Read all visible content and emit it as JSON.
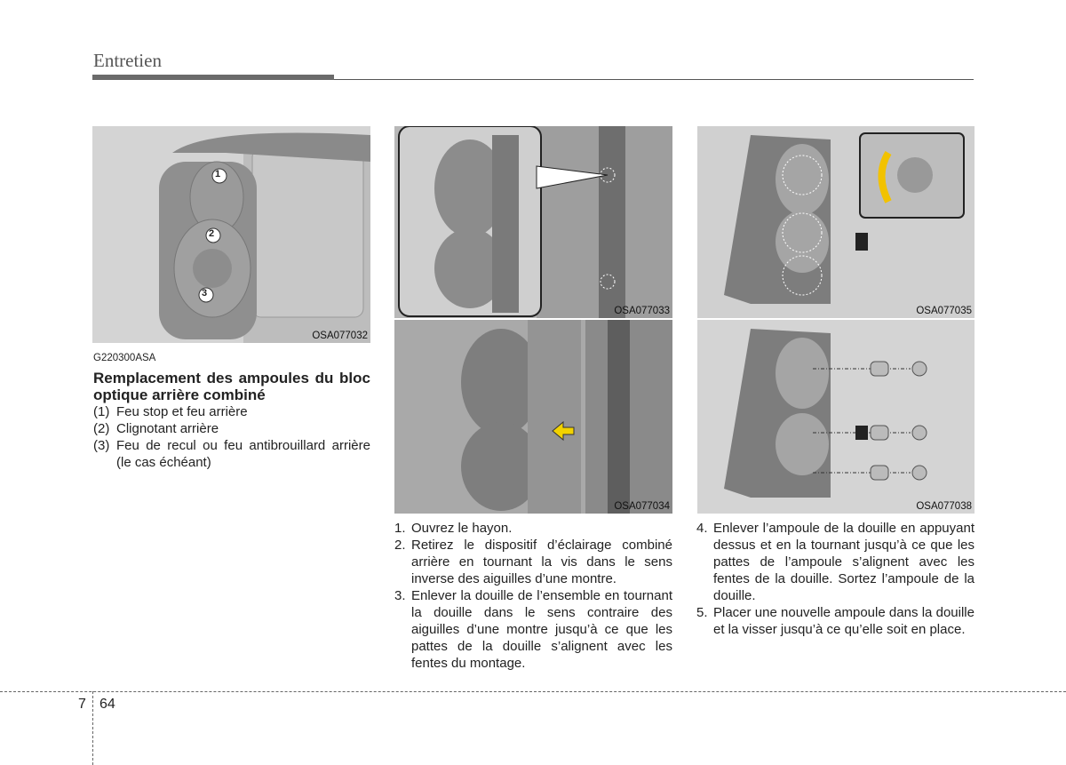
{
  "header": {
    "title": "Entretien"
  },
  "figures": [
    {
      "code": "OSA077032",
      "callouts": [
        "1",
        "2",
        "3"
      ]
    },
    {
      "code": "OSA077033"
    },
    {
      "code": "OSA077034"
    },
    {
      "code": "OSA077035"
    },
    {
      "code": "OSA077038"
    }
  ],
  "section": {
    "ref": "G220300ASA",
    "title": "Remplacement des ampoules du bloc optique arrière combiné",
    "legend": [
      {
        "n": "(1)",
        "text": "Feu stop et feu arrière"
      },
      {
        "n": "(2)",
        "text": "Clignotant arrière"
      },
      {
        "n": "(3)",
        "text": "Feu de recul ou feu antibrouillard arrière (le cas échéant)"
      }
    ]
  },
  "steps": [
    {
      "n": "1.",
      "text": "Ouvrez le hayon."
    },
    {
      "n": "2.",
      "text": "Retirez le dispositif d’éclairage combiné arrière en tournant la vis dans le sens inverse des aiguilles d’une montre."
    },
    {
      "n": "3.",
      "text": "Enlever la douille de l’ensemble en tournant la douille dans le sens contraire des aiguilles d’une montre jusqu’à ce que les pattes de la douille s’alignent avec les fentes du montage."
    },
    {
      "n": "4.",
      "text": "Enlever l’ampoule de la douille en appuyant dessus et en la tournant jusqu’à ce que les pattes de l’ampoule s’alignent avec les fentes de la douille. Sortez l’ampoule de la douille."
    },
    {
      "n": "5.",
      "text": "Placer une nouvelle ampoule dans la douille et la visser jusqu’à ce qu’elle soit en place."
    }
  ],
  "footer": {
    "chapter": "7",
    "page": "64"
  }
}
